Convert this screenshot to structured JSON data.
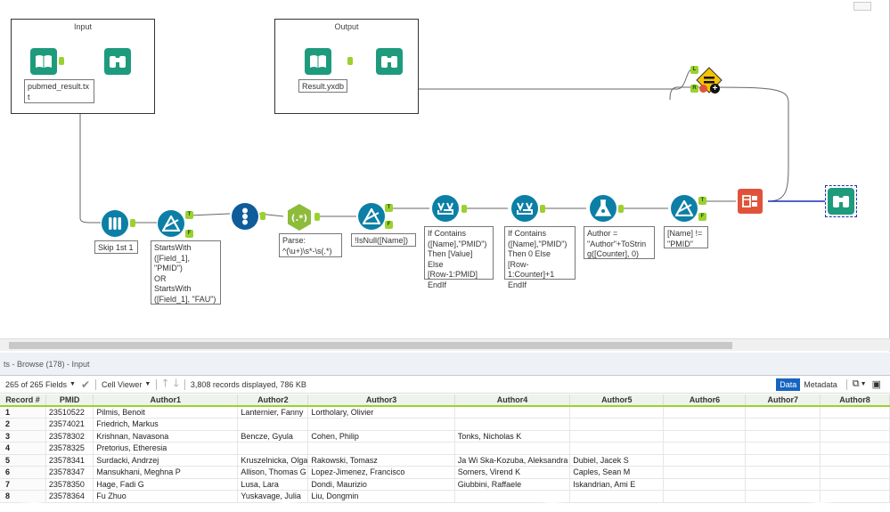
{
  "canvas": {
    "containers": [
      {
        "title": "Input"
      },
      {
        "title": "Output"
      }
    ],
    "input_file": "pubmed_result.tx\nt",
    "output_file": "Result.yxdb",
    "annotations": {
      "skip": "Skip 1st 1",
      "filter1": "StartsWith\n([Field_1],\n\"PMID\")\nOR\nStartsWith\n([Field_1], \"FAU\")",
      "parse": "Parse:\n^(\\u+)\\s*-\\s(.*)",
      "filter2": "!IsNull([Name])",
      "formula1": "If Contains\n([Name],\"PMID\")\nThen [Value] Else\n[Row-1:PMID]\nEndIf",
      "formula2": "If Contains\n([Name],\"PMID\")\nThen 0 Else [Row-\n1:Counter]+1\nEndIf",
      "formula3": "Author =\n\"Author\"+ToStrin\ng([Counter], 0)",
      "filter3": "[Name] !=\n\"PMID\""
    },
    "anchor_labels": {
      "true": "T",
      "false": "F",
      "left": "L",
      "right": "R",
      "plus": "+"
    }
  },
  "results": {
    "title": "ts - Browse (178) - Input",
    "fields_label": "265 of 265 Fields",
    "viewer_label": "Cell Viewer",
    "status": "3,808 records displayed, 786 KB",
    "data_tab": "Data",
    "metadata_tab": "Metadata",
    "columns": [
      "Record #",
      "PMID",
      "Author1",
      "Author2",
      "Author3",
      "Author4",
      "Author5",
      "Author6",
      "Author7",
      "Author8"
    ],
    "rows": [
      [
        "1",
        "23510522",
        "Pilmis, Benoit",
        "Lanternier, Fanny",
        "Lortholary, Olivier",
        "",
        "",
        "",
        "",
        ""
      ],
      [
        "2",
        "23574021",
        "Friedrich, Markus",
        "",
        "",
        "",
        "",
        "",
        "",
        ""
      ],
      [
        "3",
        "23578302",
        "Krishnan, Navasona",
        "Bencze, Gyula",
        "Cohen, Philip",
        "Tonks, Nicholas K",
        "",
        "",
        "",
        ""
      ],
      [
        "4",
        "23578325",
        "Pretorius, Etheresia",
        "",
        "",
        "",
        "",
        "",
        "",
        ""
      ],
      [
        "5",
        "23578341",
        "Surdacki, Andrzej",
        "Kruszelnicka, Olga",
        "Rakowski, Tomasz",
        "Ja Wi Ska-Kozuba, Aleksandra",
        "Dubiel, Jacek S",
        "",
        "",
        ""
      ],
      [
        "6",
        "23578347",
        "Mansukhani, Meghna P",
        "Allison, Thomas G",
        "Lopez-Jimenez, Francisco",
        "Somers, Virend K",
        "Caples, Sean M",
        "",
        "",
        ""
      ],
      [
        "7",
        "23578350",
        "Hage, Fadi G",
        "Lusa, Lara",
        "Dondi, Maurizio",
        "Giubbini, Raffaele",
        "Iskandrian, Ami E",
        "",
        "",
        ""
      ],
      [
        "8",
        "23578364",
        "Fu Zhuo",
        "Yuskavage, Julia",
        "Liu, Dongmin",
        "",
        "",
        "",
        "",
        ""
      ]
    ]
  },
  "colors": {
    "teal": "#0c7fa6",
    "green_tool": "#1e9b7d",
    "anchor": "#9bd12e",
    "join": "#f5c400",
    "summarize": "#e0533a",
    "wire_selected": "#1b2fb5"
  }
}
